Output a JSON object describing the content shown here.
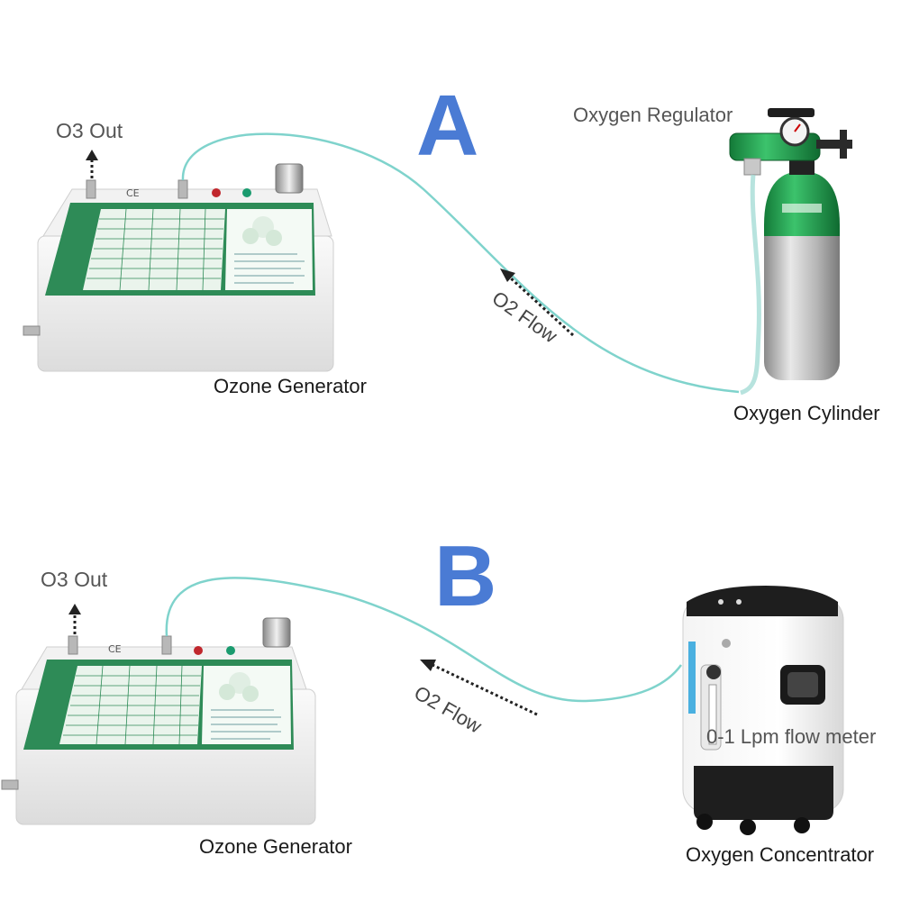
{
  "setup_a": {
    "letter": "A",
    "o3_out": "O3 Out",
    "regulator": "Oxygen Regulator",
    "flow": "O2 Flow",
    "generator": "Ozone Generator",
    "cylinder": "Oxygen Cylinder"
  },
  "setup_b": {
    "letter": "B",
    "o3_out": "O3 Out",
    "flow": "O2 Flow",
    "flow_meter": "0-1 Lpm flow meter",
    "generator": "Ozone Generator",
    "concentrator": "Oxygen Concentrator"
  },
  "colors": {
    "letter": "#4a7bd4",
    "tube": "#7fd3cc",
    "panel_green": "#2e8b57",
    "cylinder_green": "#1f9a4b"
  }
}
